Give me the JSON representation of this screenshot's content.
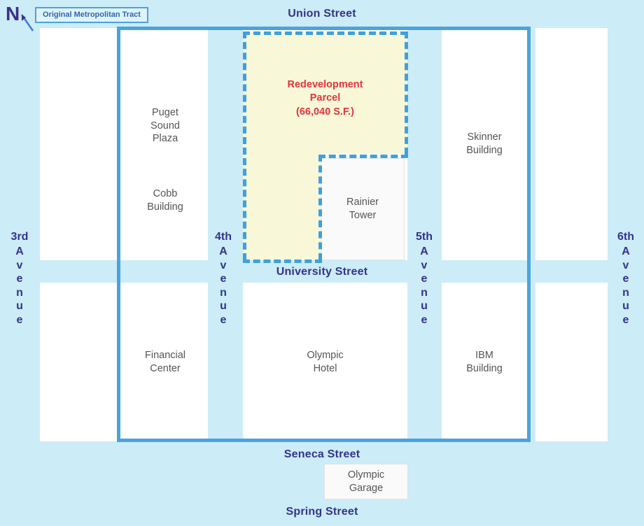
{
  "map": {
    "legend_label": "Original Metropolitan Tract",
    "compass_letter": "N",
    "colors": {
      "background": "#ccecf7",
      "block_fill": "#ffffff",
      "tract_outline": "#4aa3e0",
      "parcel_fill": "#f8f8d8",
      "parcel_outline": "#3fa0e0",
      "parcel_text": "#e8323c",
      "street_text": "#33338f",
      "building_text": "#555555"
    }
  },
  "streets": [
    {
      "name": "Union Street"
    },
    {
      "name": "University Street"
    },
    {
      "name": "Seneca Street"
    },
    {
      "name": "Spring Street"
    }
  ],
  "avenues": [
    {
      "number": "3rd",
      "word": "Avenue"
    },
    {
      "number": "4th",
      "word": "Avenue"
    },
    {
      "number": "5th",
      "word": "Avenue"
    },
    {
      "number": "6th",
      "word": "Avenue"
    }
  ],
  "parcel": {
    "line1": "Redevelopment",
    "line2": "Parcel",
    "line3": "(66,040 S.F.)"
  },
  "buildings": [
    {
      "id": "puget-sound-plaza",
      "line1": "Puget",
      "line2": "Sound",
      "line3": "Plaza"
    },
    {
      "id": "cobb-building",
      "line1": "Cobb",
      "line2": "Building",
      "line3": ""
    },
    {
      "id": "skinner-building",
      "line1": "Skinner",
      "line2": "Building",
      "line3": ""
    },
    {
      "id": "rainier-tower",
      "line1": "Rainier",
      "line2": "Tower",
      "line3": ""
    },
    {
      "id": "financial-center",
      "line1": "Financial",
      "line2": "Center",
      "line3": ""
    },
    {
      "id": "olympic-hotel",
      "line1": "Olympic",
      "line2": "Hotel",
      "line3": ""
    },
    {
      "id": "ibm-building",
      "line1": "IBM",
      "line2": "Building",
      "line3": ""
    },
    {
      "id": "olympic-garage",
      "line1": "Olympic",
      "line2": "Garage",
      "line3": ""
    }
  ]
}
